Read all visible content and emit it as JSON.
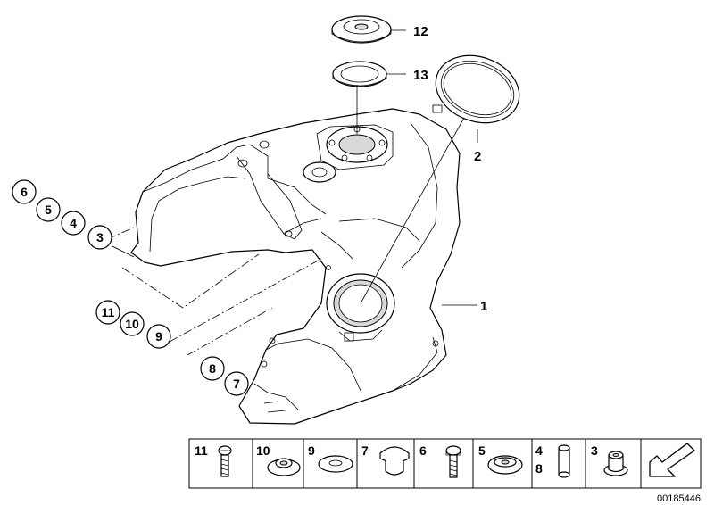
{
  "callouts": {
    "c12": "12",
    "c13": "13",
    "c2": "2",
    "c1": "1"
  },
  "circled_labels": {
    "group_left": [
      "6",
      "5",
      "4",
      "3"
    ],
    "group_mid": [
      "11",
      "10",
      "9"
    ],
    "group_low": [
      "8",
      "7"
    ]
  },
  "parts_table": {
    "cells": [
      {
        "numbers": [
          "11"
        ],
        "icon": "screw-icon"
      },
      {
        "numbers": [
          "10"
        ],
        "icon": "grommet-washer-icon"
      },
      {
        "numbers": [
          "9"
        ],
        "icon": "flat-washer-icon"
      },
      {
        "numbers": [
          "7"
        ],
        "icon": "rubber-plug-icon"
      },
      {
        "numbers": [
          "6"
        ],
        "icon": "bolt-icon"
      },
      {
        "numbers": [
          "5"
        ],
        "icon": "rubber-washer-icon"
      },
      {
        "numbers": [
          "4",
          "8"
        ],
        "icon": "spacer-sleeve-icon"
      },
      {
        "numbers": [
          "3"
        ],
        "icon": "rubber-mount-icon"
      },
      {
        "numbers": [],
        "icon": "arrow-icon"
      }
    ]
  },
  "reference_number": "00185446"
}
